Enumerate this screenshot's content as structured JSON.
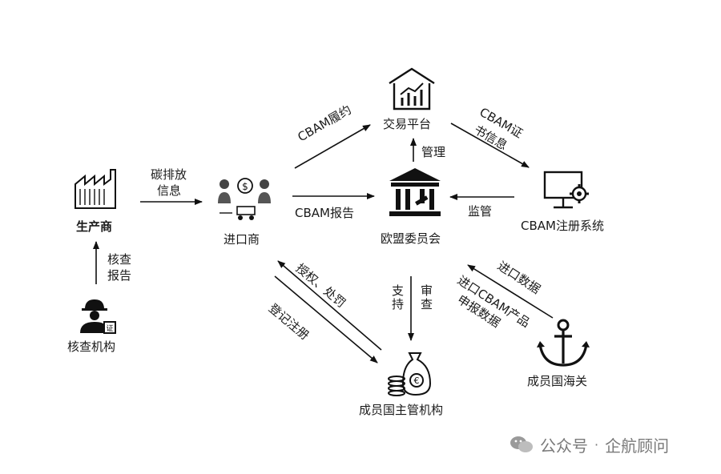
{
  "nodes": {
    "producer": "生产商",
    "importer": "进口商",
    "trading": "交易平台",
    "commission": "欧盟委员会",
    "registry": "CBAM注册系统",
    "verifier": "核查机构",
    "authority": "成员国主管机构",
    "customs": "成员国海关"
  },
  "edges": {
    "emission_info_1": "碳排放",
    "emission_info_2": "信息",
    "verify_report_1": "核查",
    "verify_report_2": "报告",
    "cbam_perform": "CBAM履约",
    "cbam_report": "CBAM报告",
    "manage": "管理",
    "supervise": "监管",
    "cert_info_1": "CBAM证",
    "cert_info_2": "书信息",
    "authorize": "授权、处罚",
    "register": "登记注册",
    "support": "支持",
    "review": "审查",
    "import_data": "进口数据",
    "product_data_1": "进口CBAM产品",
    "product_data_2": "申报数据"
  },
  "watermark": {
    "source": "公众号",
    "separator": "·",
    "name": "企航顾问"
  }
}
